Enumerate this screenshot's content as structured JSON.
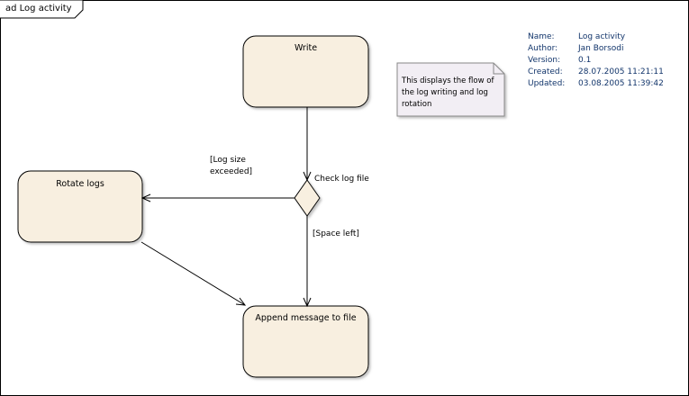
{
  "frame": {
    "title": "ad Log activity"
  },
  "nodes": {
    "write": "Write",
    "rotate": "Rotate logs",
    "append": "Append message to file",
    "decision": "Check log file"
  },
  "guards": {
    "exceeded_line1": "[Log size",
    "exceeded_line2": "exceeded]",
    "space_left": "[Space left]"
  },
  "note": {
    "line1": "This displays the flow of",
    "line2": "the log writing and log",
    "line3": "rotation"
  },
  "properties": {
    "name_label": "Name:",
    "name_value": "Log activity",
    "author_label": "Author:",
    "author_value": "Jan Borsodi",
    "version_label": "Version:",
    "version_value": "0.1",
    "created_label": "Created:",
    "created_value": "28.07.2005 11:21:11",
    "updated_label": "Updated:",
    "updated_value": "03.08.2005 11:39:42"
  },
  "colors": {
    "activity_fill": "#f8efe0",
    "note_fill": "#f2eef4",
    "info_text": "#12356b"
  }
}
